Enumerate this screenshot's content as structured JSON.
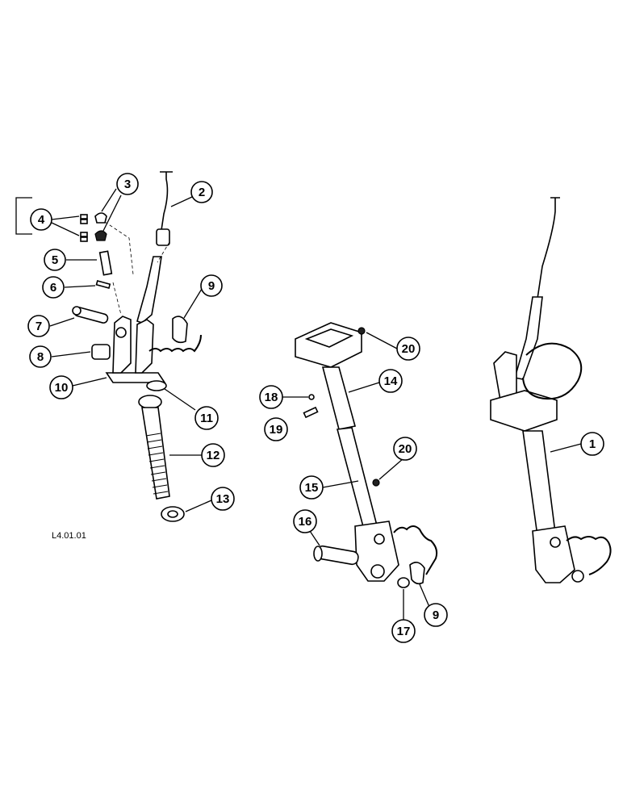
{
  "figure": {
    "reference_code": "L4.01.01",
    "callouts": [
      {
        "id": "c1",
        "label": "1"
      },
      {
        "id": "c2",
        "label": "2"
      },
      {
        "id": "c3",
        "label": "3"
      },
      {
        "id": "c4",
        "label": "4"
      },
      {
        "id": "c5",
        "label": "5"
      },
      {
        "id": "c6",
        "label": "6"
      },
      {
        "id": "c7",
        "label": "7"
      },
      {
        "id": "c8",
        "label": "8"
      },
      {
        "id": "c9a",
        "label": "9"
      },
      {
        "id": "c10",
        "label": "10"
      },
      {
        "id": "c11",
        "label": "11"
      },
      {
        "id": "c12",
        "label": "12"
      },
      {
        "id": "c13",
        "label": "13"
      },
      {
        "id": "c14",
        "label": "14"
      },
      {
        "id": "c15",
        "label": "15"
      },
      {
        "id": "c16",
        "label": "16"
      },
      {
        "id": "c17",
        "label": "17"
      },
      {
        "id": "c18",
        "label": "18"
      },
      {
        "id": "c19",
        "label": "19"
      },
      {
        "id": "c20a",
        "label": "20"
      },
      {
        "id": "c20b",
        "label": "20"
      },
      {
        "id": "c9b",
        "label": "9"
      }
    ]
  }
}
